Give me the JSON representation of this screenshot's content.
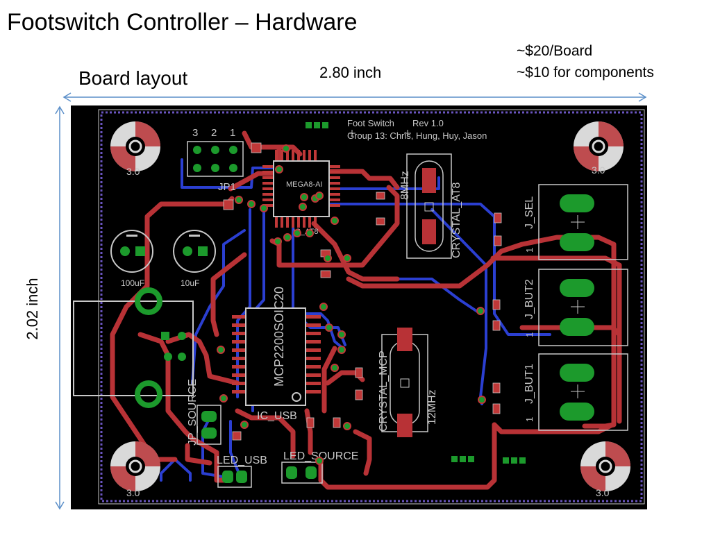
{
  "slide": {
    "title": "Footswitch Controller – Hardware",
    "cost_lines": [
      "~$20/Board",
      "~$10 for components"
    ],
    "subtitle": "Board layout"
  },
  "dimensions": {
    "width": "2.80 inch",
    "height": "2.02 inch"
  },
  "board": {
    "silkscreen": {
      "header_line1": "Foot Switch",
      "header_rev": "Rev 1.0",
      "header_line2": "Group 13: Chris, Hung, Huy, Jason",
      "jp1_pins": [
        "3",
        "2",
        "1"
      ],
      "jp1": "JP1",
      "mcu": "MEGA8-AI",
      "ic_at8": "IC_AT8",
      "crystal_at8": "CRYSTAL_AT8",
      "freq_at8": "8MHz",
      "crystal_mcp": "CRYSTAL_MCP",
      "freq_mcp": "12MHz",
      "usb_chip": "MCP2200SOIC20",
      "ic_usb": "IC_USB",
      "cap_100": "100uF",
      "cap_10": "10uF",
      "jp_source": "JP_SOURCE",
      "led_usb": "LED_USB",
      "led_source": "LED_SOURCE",
      "j_sel": "J_SEL",
      "j_but2": "J_BUT2",
      "j_but1": "J_BUT1",
      "hole_value": "3.0",
      "pin_one": "1"
    },
    "colors": {
      "substrate": "#000000",
      "top_copper": "#b83236",
      "bottom_copper": "#2b3fd1",
      "pad": "#1c9a2c",
      "silkscreen": "#c8c8c8",
      "smd_pad": "#c03838"
    }
  }
}
